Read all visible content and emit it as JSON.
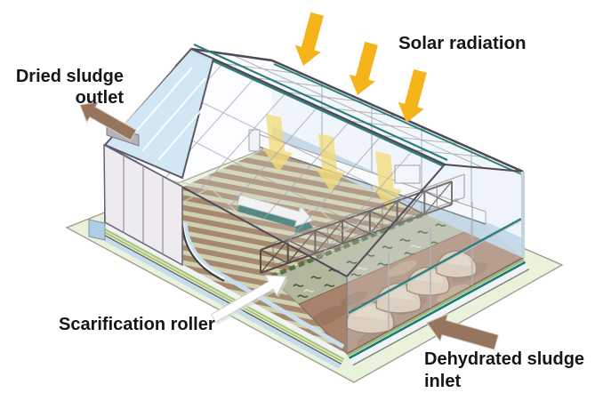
{
  "diagram": {
    "subject": "greenhouse-solar-sludge-drying-process",
    "labels": {
      "solar_radiation": "Solar radiation",
      "dried_sludge_outlet": [
        "Dried sludge",
        "outlet"
      ],
      "scarification_roller": "Scarification roller",
      "dehydrated_sludge_inlet": [
        "Dehydrated sludge",
        "inlet"
      ]
    },
    "icons": [
      "solar-radiation-arrow-icon",
      "dried-sludge-outlet-arrow-icon",
      "dehydrated-sludge-inlet-arrow-icon",
      "scarification-roller-pointer-arrow-icon",
      "sludge-travel-direction-arrow-icon",
      "sunbeam-icon"
    ],
    "colors": {
      "solar_yellow": "#F6B41B",
      "sludge_arrow_brown": "#95755E",
      "teal_rail": "#2E7F7C",
      "ground_green": "#E9F3DC",
      "gable_glass_blue": "#CFE6F4",
      "drying_bed_brown": "#A5886E",
      "drying_bed_light": "#D0D1B1",
      "wet_sludge_brown": "#A8826A",
      "sludge_pile_tan": "#D8C4AC",
      "wall_panel_gray": "#EDEBEF",
      "sunbeam_yellow": "#F5D75E"
    }
  }
}
